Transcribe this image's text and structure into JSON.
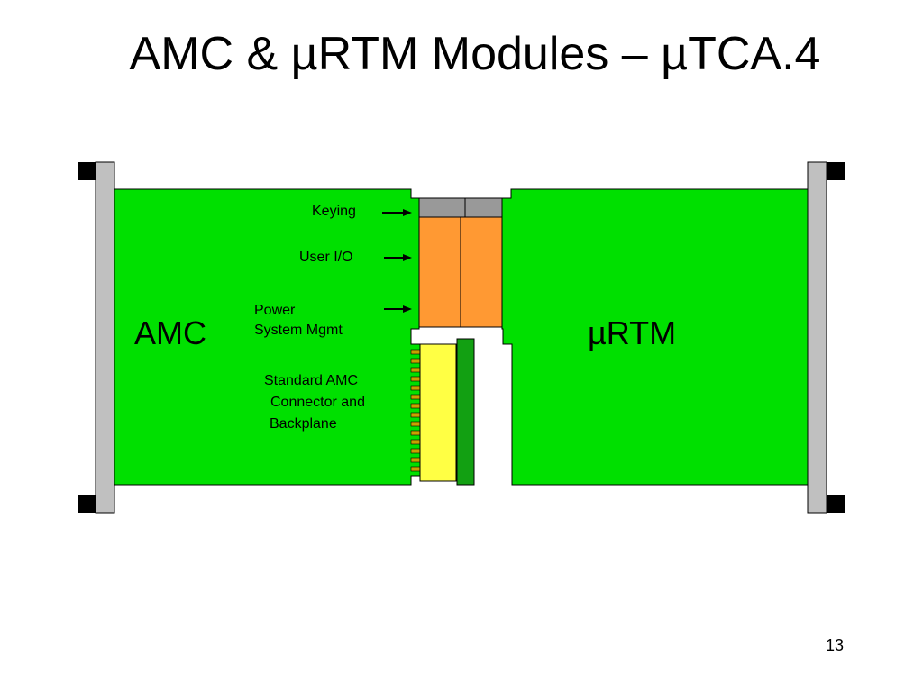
{
  "slide": {
    "title": "AMC & µRTM Modules – µTCA.4",
    "page_number": "13"
  },
  "diagram": {
    "amc_label": "AMC",
    "urtm_label": "µRTM",
    "keying_label": "Keying",
    "user_io_label": "User I/O",
    "power_label_line1": "Power",
    "power_label_line2": "System Mgmt",
    "connector_label_line1": "Standard AMC",
    "connector_label_line2": "Connector and",
    "connector_label_line3": "Backplane"
  },
  "colors": {
    "board": "#00e000",
    "panel": "#c0c0c0",
    "keying": "#999999",
    "user_io": "#ff9933",
    "connector": "#ffff44",
    "backplane": "#12a012",
    "pins": "#c8a000"
  }
}
